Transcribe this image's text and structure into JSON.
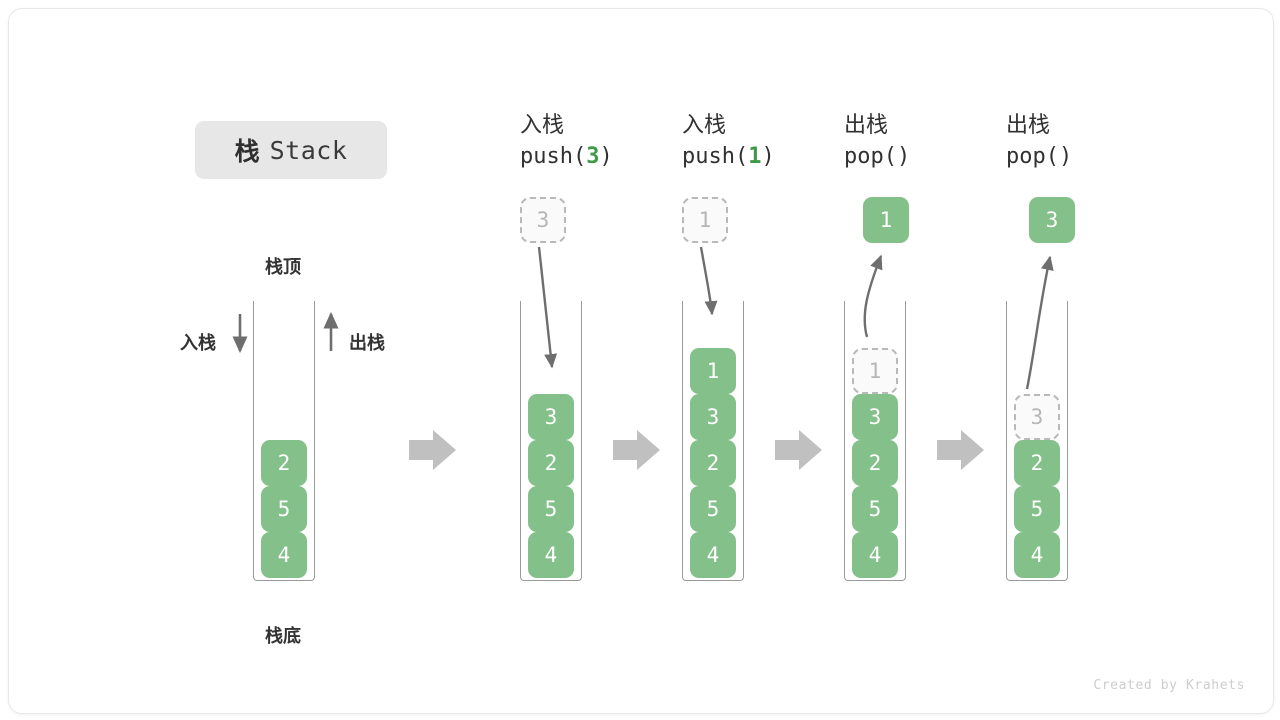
{
  "title": {
    "zh": "栈",
    "en": "Stack"
  },
  "labels": {
    "top": "栈顶",
    "bottom": "栈底",
    "push_arrow": "入栈",
    "pop_arrow": "出栈"
  },
  "watermark": "Created by Krahets",
  "colors": {
    "element": "#84c089",
    "ghost_border": "#b9b9b9",
    "ghost_text": "#b6b6b6",
    "tube_border": "#9a9a9a",
    "flow_arrow": "#c0c0c0",
    "curve_arrow": "#6e6e6e",
    "accent_green_text": "#3f9a48",
    "badge_bg": "#e7e7e7"
  },
  "columns": [
    {
      "id": "initial",
      "header_line1": "",
      "header_line2": "",
      "op": "none",
      "stack": [
        "2",
        "5",
        "4"
      ]
    },
    {
      "id": "push-3",
      "header_line1": "入栈",
      "header_line2_pre": "push(",
      "header_line2_arg": "3",
      "header_line2_post": ")",
      "op": "push",
      "floating_value": "3",
      "floating_style": "ghost",
      "stack": [
        "3",
        "2",
        "5",
        "4"
      ],
      "ghost_index": -1
    },
    {
      "id": "push-1",
      "header_line1": "入栈",
      "header_line2_pre": "push(",
      "header_line2_arg": "1",
      "header_line2_post": ")",
      "op": "push",
      "floating_value": "1",
      "floating_style": "ghost",
      "stack": [
        "1",
        "3",
        "2",
        "5",
        "4"
      ],
      "ghost_index": -1
    },
    {
      "id": "pop-1",
      "header_line1": "出栈",
      "header_line2_pre": "pop(",
      "header_line2_arg": "",
      "header_line2_post": ")",
      "op": "pop",
      "floating_value": "1",
      "floating_style": "green",
      "stack": [
        "1",
        "3",
        "2",
        "5",
        "4"
      ],
      "ghost_index": 0
    },
    {
      "id": "pop-2",
      "header_line1": "出栈",
      "header_line2_pre": "pop(",
      "header_line2_arg": "",
      "header_line2_post": ")",
      "op": "pop",
      "floating_value": "3",
      "floating_style": "green",
      "stack": [
        "3",
        "2",
        "5",
        "4"
      ],
      "ghost_index": 0
    }
  ]
}
